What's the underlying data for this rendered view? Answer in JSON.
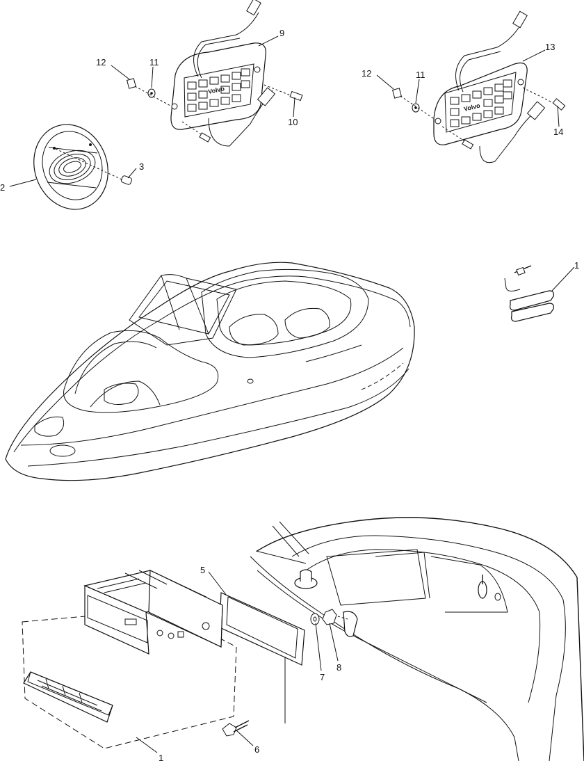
{
  "callouts": {
    "c1_top": "1",
    "c1_bottom": "1",
    "c2": "2",
    "c3": "3",
    "c5": "5",
    "c6": "6",
    "c7": "7",
    "c8": "8",
    "c9": "9",
    "c10": "10",
    "c11_left": "11",
    "c11_right": "11",
    "c12_left": "12",
    "c12_right": "12",
    "c13": "13",
    "c14": "14"
  },
  "panel_brand_text": "Volvo"
}
